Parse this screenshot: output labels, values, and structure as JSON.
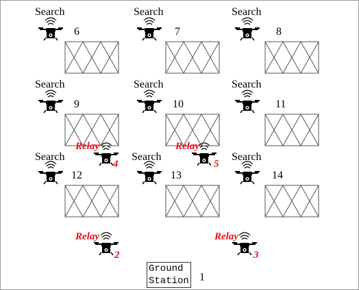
{
  "labels": {
    "search": "Search",
    "relay": "Relay",
    "ground_line1": "Ground",
    "ground_line2": "Station"
  },
  "nodes": {
    "ground": "1",
    "relay_a": "2",
    "relay_b": "3",
    "relay_c": "4",
    "relay_d": "5",
    "s6": "6",
    "s7": "7",
    "s8": "8",
    "s9": "9",
    "s10": "10",
    "s11": "11",
    "s12": "12",
    "s13": "13",
    "s14": "14"
  },
  "colors": {
    "relay": "#e8101a",
    "line": "#555555"
  },
  "icons": [
    "drone-icon",
    "wifi-signal-icon",
    "camera-icon",
    "search-area-icon"
  ]
}
